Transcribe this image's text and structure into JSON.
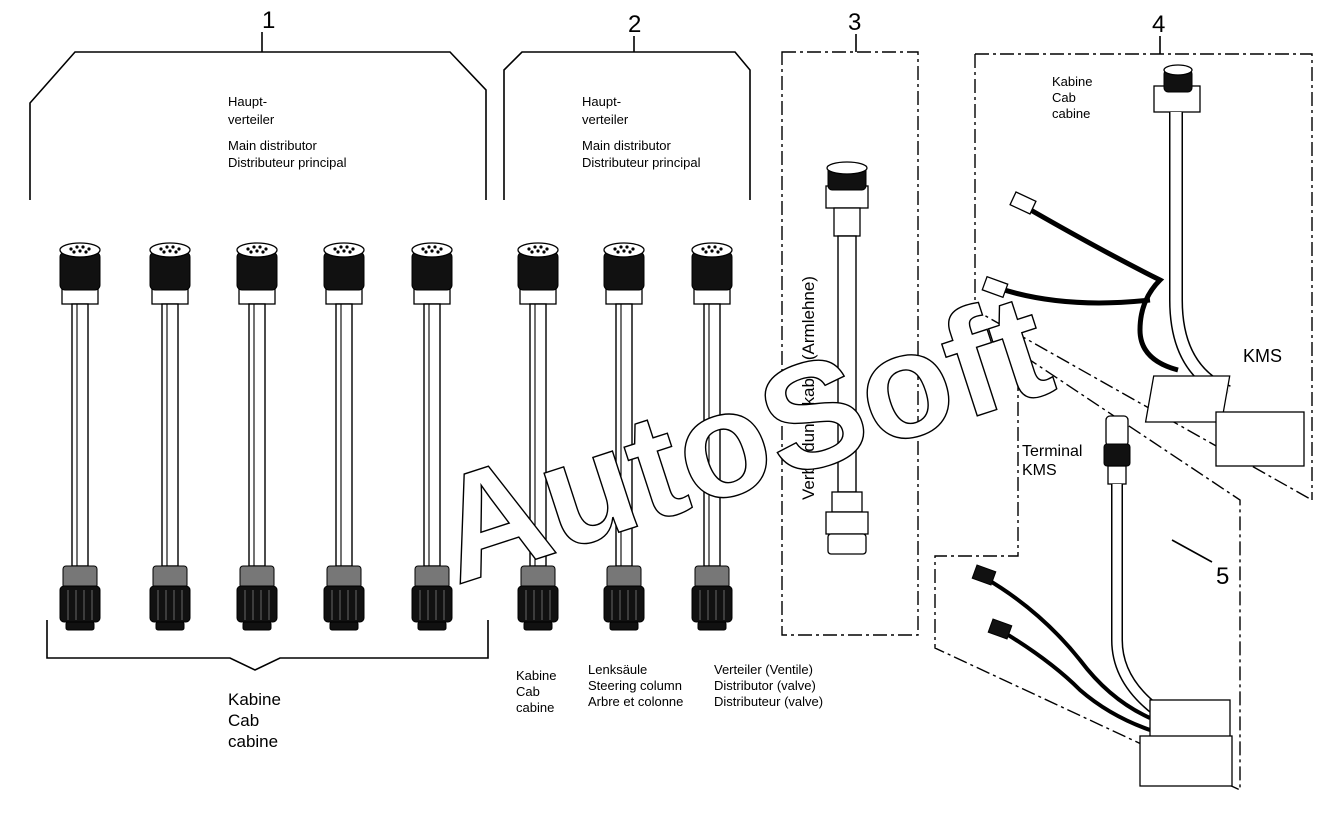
{
  "callouts": [
    "1",
    "2",
    "3",
    "4",
    "5"
  ],
  "watermark": "AutoSoft",
  "group1": {
    "line1": "Haupt-",
    "line2": "verteiler",
    "line3": "Main distributor",
    "line4": "Distributeur principal"
  },
  "group2": {
    "line1": "Haupt-",
    "line2": "verteiler",
    "line3": "Main distributor",
    "line4": "Distributeur principal"
  },
  "bottom1": {
    "line1": "Kabine",
    "line2": "Cab",
    "line3": "cabine"
  },
  "bottom2": {
    "cab": [
      "Kabine",
      "Cab",
      "cabine"
    ],
    "steering": [
      "Lenksäule",
      "Steering column",
      "Arbre et colonne"
    ],
    "valve": [
      "Verteiler (Ventile)",
      "Distributor (valve)",
      "Distributeur (valve)"
    ]
  },
  "part3": {
    "vertical_label": "Verbindungskabel (Armlehne)"
  },
  "part4": {
    "cab": [
      "Kabine",
      "Cab",
      "cabine"
    ],
    "kms": "KMS"
  },
  "part5": {
    "terminal": "Terminal",
    "kms": "KMS"
  }
}
